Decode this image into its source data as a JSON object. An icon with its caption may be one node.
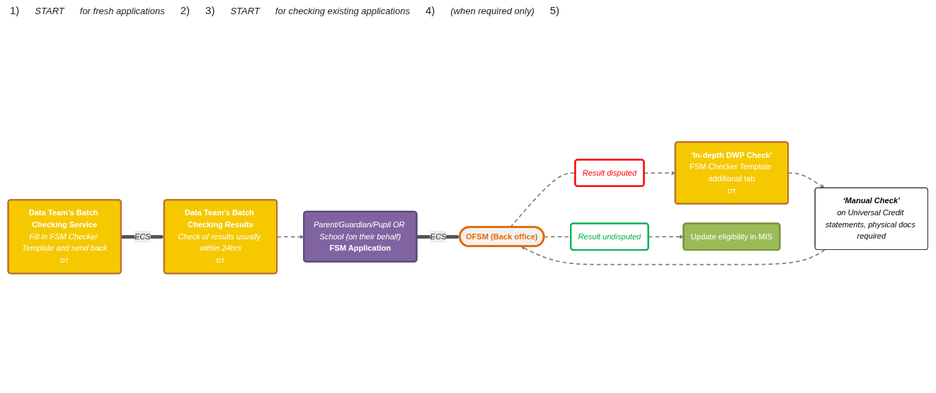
{
  "diagram": {
    "nodes": [
      {
        "text": [
          "Data Team’s Batch Checking Service",
          "Fill in FSM Checker Template and send back",
          "DT"
        ]
      },
      {
        "text": [
          "Data Team’s Batch Checking Results",
          "Check of results usually within 24hrs",
          "DT"
        ]
      },
      {
        "text": [
          "Parent/Guardian/Pupil OR School (on their behalf)",
          "FSM Application"
        ]
      },
      {
        "text": [
          "OFSM (Back office)"
        ]
      },
      {
        "text": [
          "Result disputed"
        ]
      },
      {
        "text": [
          "‘In-depth DWP Check’",
          "FSM Checker Template additional tab",
          "DT"
        ]
      },
      {
        "text": [
          "‘Manual Check’",
          "on Universal Credit statements, physical docs required"
        ]
      },
      {
        "text": [
          "Result undisputed"
        ]
      },
      {
        "text": [
          "Update eligibility in MIS"
        ]
      }
    ],
    "edges": [
      {
        "from": 0,
        "to": 1,
        "arrow": "to",
        "label": "ECS",
        "style": "thick"
      },
      {
        "from": 1,
        "to": 2,
        "arrow": "to",
        "style": "dashed"
      },
      {
        "from": 2,
        "to": 3,
        "arrow": "to",
        "label": "ECS",
        "style": "thick"
      },
      {
        "from": 3,
        "to": 4,
        "arrow": "none",
        "style": "dashed"
      },
      {
        "from": 4,
        "to": 5,
        "arrow": "to",
        "style": "dashed"
      },
      {
        "from": 5,
        "to": 6,
        "arrow": "to",
        "style": "dashed"
      },
      {
        "from": 6,
        "to": 3,
        "arrow": "to",
        "style": "dashed"
      },
      {
        "from": 3,
        "to": 7,
        "arrow": "none",
        "style": "dashed"
      },
      {
        "from": 7,
        "to": 8,
        "arrow": "to",
        "style": "dashed"
      }
    ],
    "labels": [
      "1)",
      "START",
      "for fresh applications",
      "2)",
      "3)",
      "START",
      "for checking existing applications",
      "4)",
      "(when required only)",
      "5)"
    ]
  }
}
